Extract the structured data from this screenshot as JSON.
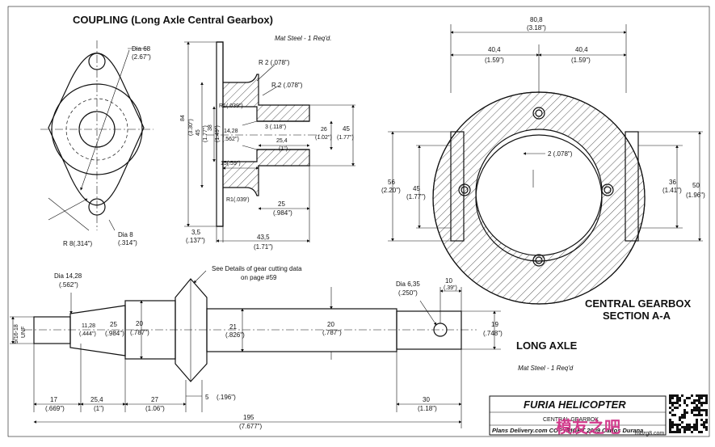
{
  "coupling": {
    "title": "COUPLING (Long Axle Central Gearbox)",
    "material": "Mat Steel - 1 Req'd.",
    "front": {
      "dia68": "Dia 68",
      "dia68_in": "(2.67\")",
      "dia8": "Dia 8",
      "dia8_in": "(.314\")",
      "r8": "R 8(.314\")"
    },
    "section": {
      "r2a": "R 2 (.078\")",
      "r2b": "R 2 (.078\")",
      "r1a": "R1(.039\")",
      "r1b": "R1(.039')",
      "d84": "84",
      "d84_in": "(3.30\")",
      "d45": "45",
      "d45_in": "(1.77\")",
      "d38": "38",
      "d38_in": "(1.49\")",
      "d1428": "14,28",
      "d1428_in": "(.562\")",
      "d3": "3 (.118\")",
      "d254": "25,4",
      "d254_in": "(1\")",
      "d26": "26",
      "d26_in": "(1.02\")",
      "d45r": "45",
      "d45r_in": "(1.77\")",
      "d15": "15(.59\")",
      "d25": "25",
      "d25_in": "(.984\")",
      "d35": "3,5",
      "d35_in": "(.137\")",
      "d435": "43,5",
      "d435_in": "(1.71\")"
    }
  },
  "gearbox": {
    "title_line1": "CENTRAL GEARBOX",
    "title_line2": "SECTION A-A",
    "d808": "80,8",
    "d808_in": "(3.18\")",
    "d404a": "40,4",
    "d404a_in": "(1.59\")",
    "d404b": "40,4",
    "d404b_in": "(1.59\")",
    "d56": "56",
    "d56_in": "(2.20\")",
    "d45": "45",
    "d45_in": "(1.77\")",
    "d2": "2 (.078\")",
    "d36": "36",
    "d36_in": "(1.41\")",
    "d50": "50",
    "d50_in": "(1.96\")"
  },
  "axle": {
    "title": "LONG AXLE",
    "material": "Mat Steel - 1 Req'd",
    "gear_note_1": "See Details of gear cutting data",
    "gear_note_2": "on page #59",
    "dia1428": "Dia 14,28",
    "dia1428_in": "(.562\")",
    "dia635": "Dia 6,35",
    "dia635_in": "(.250\")",
    "d10": "10",
    "d10_in": "(.39\")",
    "d916": "9/16-18",
    "unf": "UNF",
    "d1128": "11,28",
    "d1128_in": "(.444\")",
    "d25": "25",
    "d25_in": "(.984\")",
    "d20a": "20",
    "d20a_in": "(.787\")",
    "d21": "21",
    "d21_in": "(.826\")",
    "d20b": "20",
    "d20b_in": "(.787\")",
    "d19": "19",
    "d19_in": "(.748\")",
    "d17": "17",
    "d17_in": "(.669\")",
    "d254": "25,4",
    "d254_in": "(1\")",
    "d27": "27",
    "d27_in": "(1.06\")",
    "d5": "5",
    "d5_in": "(.196\")",
    "d30": "30",
    "d30_in": "(1.18\")",
    "d195": "195",
    "d195_in": "(7.677\")"
  },
  "titleblock": {
    "brand": "FURIA HELICOPTER",
    "drawing": "CENTRAL GEARBOX",
    "footer": "Plans Delivery.com COPYRIGHT 2009 Carlos Durana"
  },
  "watermark": {
    "text": "模友之吧",
    "url": "mozg8.com"
  }
}
